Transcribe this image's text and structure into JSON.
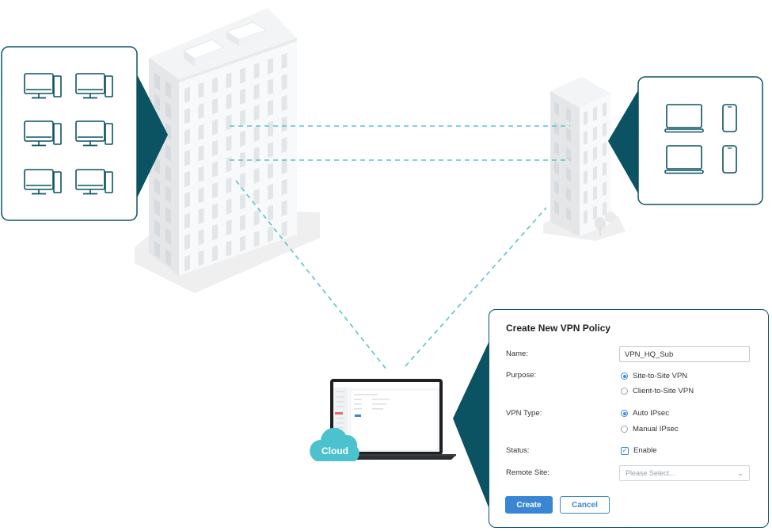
{
  "form": {
    "title": "Create New VPN Policy",
    "name_label": "Name:",
    "name_value": "VPN_HQ_Sub",
    "purpose_label": "Purpose:",
    "purpose_options": [
      "Site-to-Site VPN",
      "Client-to-Site VPN"
    ],
    "purpose_selected": "Site-to-Site VPN",
    "vpn_type_label": "VPN Type:",
    "vpn_type_options": [
      "Auto IPsec",
      "Manual IPsec"
    ],
    "vpn_type_selected": "Auto IPsec",
    "status_label": "Status:",
    "status_checkbox_label": "Enable",
    "status_enabled": true,
    "remote_site_label": "Remote Site:",
    "remote_site_placeholder": "Please Select...",
    "create_label": "Create",
    "cancel_label": "Cancel"
  },
  "cloud_label": "Cloud",
  "colors": {
    "accent_dark": "#0b5363",
    "link_dashed": "#5bc3cc",
    "cloud": "#4cc2cf",
    "button_primary": "#3a86d4"
  },
  "icons": {
    "hq_devices": [
      "desktop-monitor-icon",
      "desktop-monitor-icon",
      "desktop-monitor-icon",
      "desktop-monitor-icon",
      "desktop-monitor-icon",
      "desktop-monitor-icon"
    ],
    "branch_devices": [
      "laptop-icon",
      "smartphone-icon",
      "laptop-icon",
      "smartphone-icon"
    ]
  }
}
